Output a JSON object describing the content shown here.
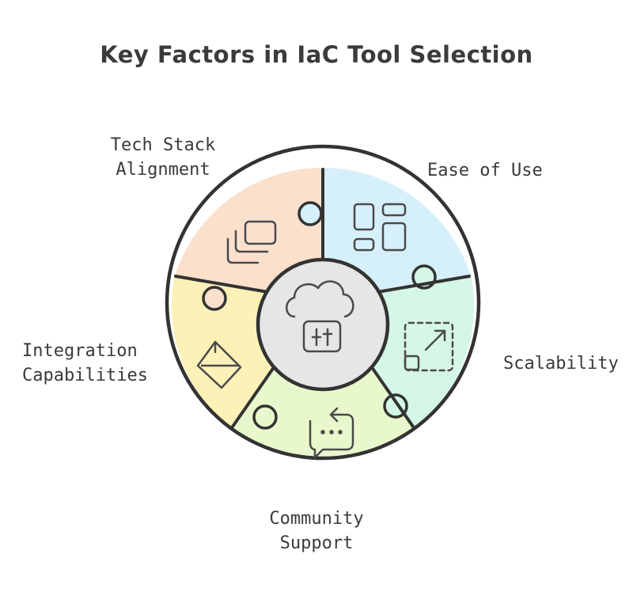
{
  "title": "Key Factors in IaC Tool Selection",
  "segments": [
    {
      "id": "ease-of-use",
      "lines": [
        "Ease of Use"
      ],
      "color": "#d6f0fb",
      "icon": "layout-grid-icon"
    },
    {
      "id": "scalability",
      "lines": [
        "Scalability"
      ],
      "color": "#d4f7e6",
      "icon": "resize-arrows-icon"
    },
    {
      "id": "community-support",
      "lines": [
        "Community",
        "Support"
      ],
      "color": "#e8f8cc",
      "icon": "chat-refresh-icon"
    },
    {
      "id": "integration-capabilities",
      "lines": [
        "Integration",
        "Capabilities"
      ],
      "color": "#fdf1b8",
      "icon": "diamond-node-icon"
    },
    {
      "id": "tech-stack-alignment",
      "lines": [
        "Tech Stack",
        "Alignment"
      ],
      "color": "#fbe0cc",
      "icon": "stacked-layers-icon"
    }
  ],
  "center": {
    "color": "#e6e6e6",
    "icon": "cloud-settings-icon"
  },
  "colors": {
    "outline": "#333333",
    "icon": "#4a4a4a"
  }
}
